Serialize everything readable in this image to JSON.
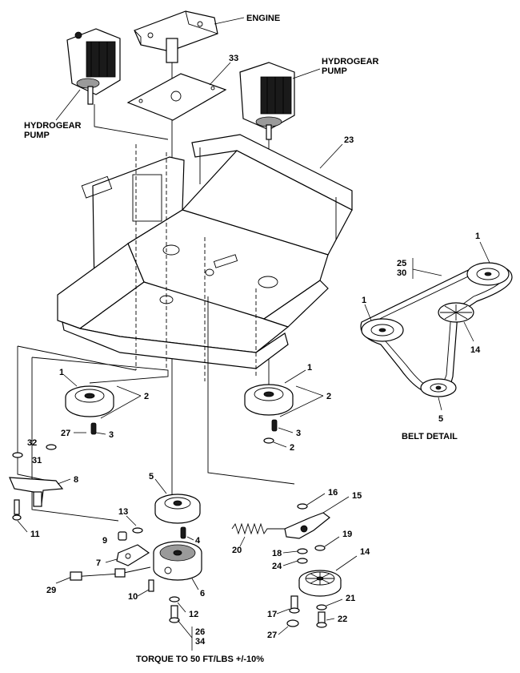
{
  "labels": {
    "engine": "ENGINE",
    "hydrogear_pump_right_line1": "HYDROGEAR",
    "hydrogear_pump_right_line2": "PUMP",
    "hydrogear_pump_left_line1": "HYDROGEAR",
    "hydrogear_pump_left_line2": "PUMP",
    "belt_detail": "BELT DETAIL",
    "torque_note": "TORQUE TO 50 FT/LBS +/-10%"
  },
  "callouts": {
    "c33": "33",
    "c23": "23",
    "c1_left_pulley": "1",
    "c2_left_a": "2",
    "c27_left": "27",
    "c3_left": "3",
    "c32": "32",
    "c31": "31",
    "c8": "8",
    "c11": "11",
    "c13": "13",
    "c9": "9",
    "c7": "7",
    "c29": "29",
    "c10": "10",
    "c5_idler": "5",
    "c4": "4",
    "c6": "6",
    "c12": "12",
    "c26": "26",
    "c34": "34",
    "c20": "20",
    "c1_right_pulley": "1",
    "c2_right_a": "2",
    "c3_right": "3",
    "c2_right_b": "2",
    "c16": "16",
    "c15": "15",
    "c19": "19",
    "c18": "18",
    "c24": "24",
    "c14_lower": "14",
    "c17": "17",
    "c21": "21",
    "c27_right": "27",
    "c22": "22",
    "c1_belt_top": "1",
    "c25": "25",
    "c30": "30",
    "c1_belt_left": "1",
    "c14_belt": "14",
    "c5_belt": "5"
  }
}
